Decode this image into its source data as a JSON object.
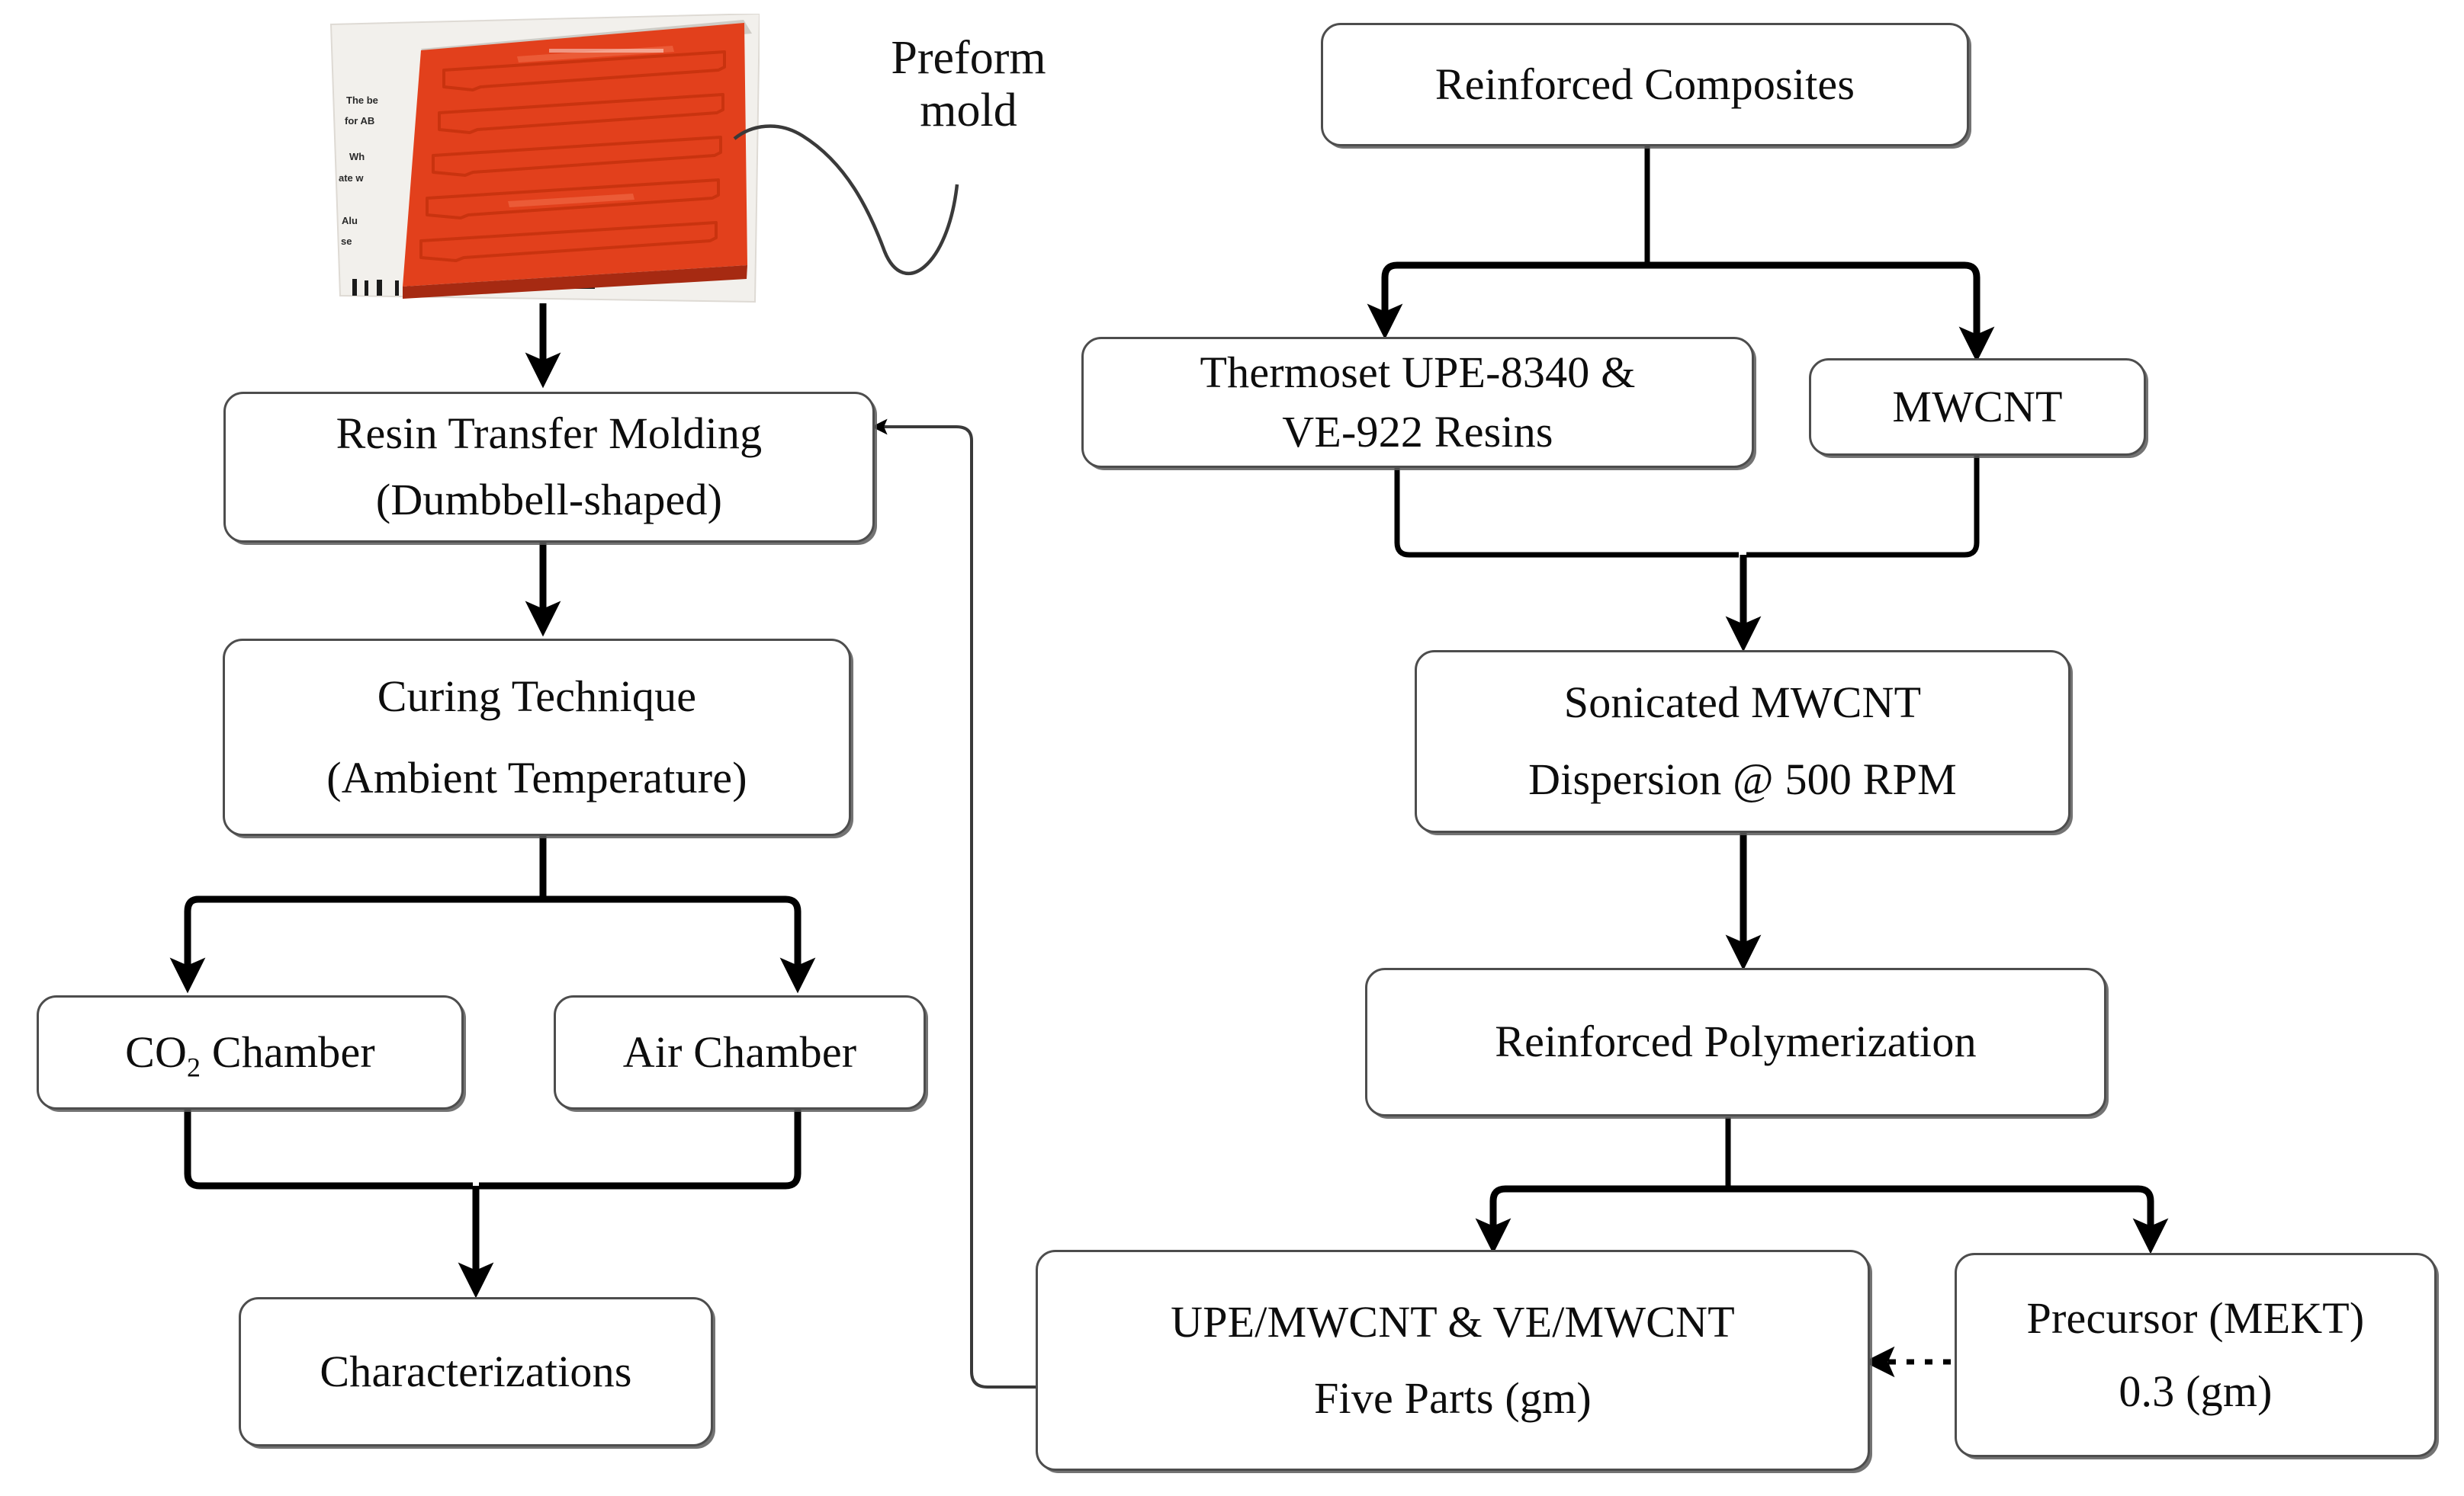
{
  "diagram": {
    "type": "process-flowchart",
    "title_visible": false,
    "background_color": "#ffffff",
    "box_border_color": "#4d4d4d",
    "arrow_color": "#000000",
    "mold_color": "#e2401c",
    "paper_color": "#f2f0ec"
  },
  "photo": {
    "name": "preform-mold-photograph",
    "subject": "red silicone preform mold plate with five dumbbell cavities resting on a white printed sheet",
    "mold_color": "#e2401c",
    "mold_shadow_color": "#a62a12",
    "paper_color": "#efece7",
    "paper_snippets": [
      "The be",
      "for AB",
      "Wh",
      "ate w",
      "Alu",
      "se"
    ]
  },
  "labels": {
    "preform_mold": "Preform\nmold",
    "preform_mold_line1": "Preform",
    "preform_mold_line2": "mold"
  },
  "nodes": {
    "resin_transfer_molding": {
      "id": "resin-transfer-molding",
      "line1": "Resin  Transfer Molding",
      "line2": "(Dumbbell-shaped)"
    },
    "curing_technique": {
      "id": "curing-technique",
      "line1": "Curing Technique",
      "line2": "(Ambient Temperature)"
    },
    "co2_chamber": {
      "id": "co2-chamber",
      "text_prefix": "CO",
      "text_subscript": "2",
      "text_suffix": " Chamber",
      "full_text": "CO2 Chamber"
    },
    "air_chamber": {
      "id": "air-chamber",
      "line1": "Air Chamber"
    },
    "characterizations": {
      "id": "characterizations",
      "line1": "Characterizations"
    },
    "reinforced_composites": {
      "id": "reinforced-composites",
      "line1": "Reinforced Composites"
    },
    "thermoset_resins": {
      "id": "thermoset-resins",
      "line1": "Thermoset UPE-8340 &",
      "line2": "VE-922 Resins"
    },
    "mwcnt": {
      "id": "mwcnt",
      "line1": "MWCNT"
    },
    "sonicated_dispersion": {
      "id": "sonicated-dispersion",
      "line1": "Sonicated MWCNT",
      "line2": "Dispersion @ 500 RPM"
    },
    "reinforced_polymerization": {
      "id": "reinforced-polymerization",
      "line1": "Reinforced Polymerization"
    },
    "upe_ve_mwcnt_parts": {
      "id": "upe-ve-mwcnt-parts",
      "line1": "UPE/MWCNT & VE/MWCNT",
      "line2": "Five Parts (gm)"
    },
    "precursor_mekt": {
      "id": "precursor-mekt",
      "line1": "Precursor (MEKT)",
      "line2": "0.3 (gm)"
    }
  },
  "edges": [
    {
      "from": "preform-mold-photograph",
      "to": "resin-transfer-molding",
      "style": "solid-arrow"
    },
    {
      "from": "preform-mold-label",
      "to": "preform-mold-photograph",
      "style": "curly-leader"
    },
    {
      "from": "resin-transfer-molding",
      "to": "curing-technique",
      "style": "solid-arrow"
    },
    {
      "from": "curing-technique",
      "to": "co2-chamber",
      "style": "split-arrow"
    },
    {
      "from": "curing-technique",
      "to": "air-chamber",
      "style": "split-arrow"
    },
    {
      "from": "co2-chamber",
      "to": "characterizations",
      "style": "merge-arrow"
    },
    {
      "from": "air-chamber",
      "to": "characterizations",
      "style": "merge-arrow"
    },
    {
      "from": "reinforced-composites",
      "to": "thermoset-resins",
      "style": "split-arrow"
    },
    {
      "from": "reinforced-composites",
      "to": "mwcnt",
      "style": "split-arrow"
    },
    {
      "from": "thermoset-resins",
      "to": "sonicated-dispersion",
      "style": "merge-arrow"
    },
    {
      "from": "mwcnt",
      "to": "sonicated-dispersion",
      "style": "merge-arrow"
    },
    {
      "from": "sonicated-dispersion",
      "to": "reinforced-polymerization",
      "style": "solid-arrow"
    },
    {
      "from": "reinforced-polymerization",
      "to": "upe-ve-mwcnt-parts",
      "style": "split-arrow"
    },
    {
      "from": "reinforced-polymerization",
      "to": "precursor-mekt",
      "style": "split-arrow"
    },
    {
      "from": "precursor-mekt",
      "to": "upe-ve-mwcnt-parts",
      "style": "dotted-arrow"
    },
    {
      "from": "upe-ve-mwcnt-parts",
      "to": "resin-transfer-molding",
      "style": "feedback-arrow"
    }
  ]
}
